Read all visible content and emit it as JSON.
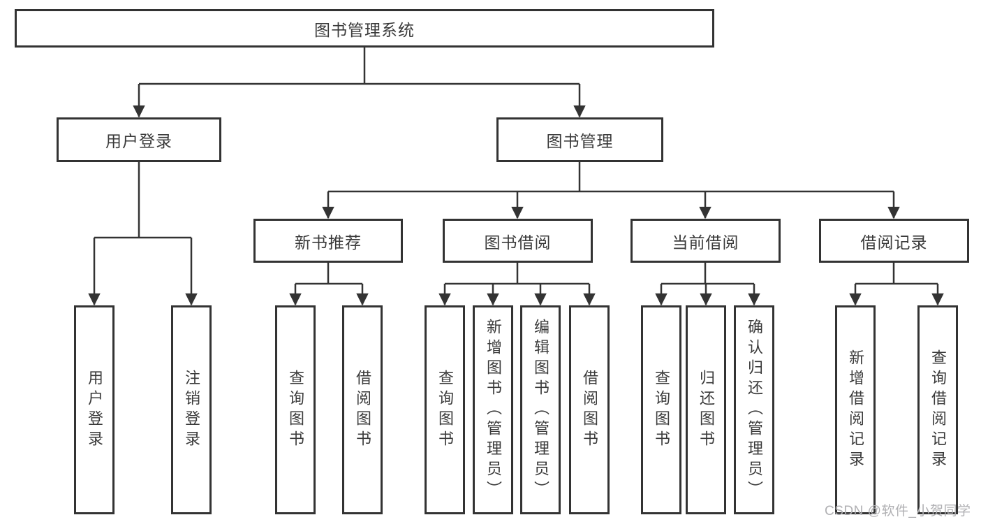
{
  "tree": {
    "root": {
      "label": "图书管理系统"
    },
    "branches": [
      {
        "label": "用户登录",
        "children": [
          {
            "label": "用户登录"
          },
          {
            "label": "注销登录"
          }
        ]
      },
      {
        "label": "图书管理",
        "children": [
          {
            "label": "新书推荐",
            "children": [
              {
                "label": "查询图书"
              },
              {
                "label": "借阅图书"
              }
            ]
          },
          {
            "label": "图书借阅",
            "children": [
              {
                "label": "查询图书"
              },
              {
                "label": "新增图书（管理员）"
              },
              {
                "label": "编辑图书（管理员）"
              },
              {
                "label": "借阅图书"
              }
            ]
          },
          {
            "label": "当前借阅",
            "children": [
              {
                "label": "查询图书"
              },
              {
                "label": "归还图书"
              },
              {
                "label": "确认归还（管理员）"
              }
            ]
          },
          {
            "label": "借阅记录",
            "children": [
              {
                "label": "新增借阅记录"
              },
              {
                "label": "查询借阅记录"
              }
            ]
          }
        ]
      }
    ]
  },
  "watermark": "CSDN @软件_小贺同学",
  "colors": {
    "line": "#333333",
    "box_border": "#333333",
    "text": "#3a3a3a",
    "watermark": "#b0b0b3",
    "background": "#ffffff"
  }
}
